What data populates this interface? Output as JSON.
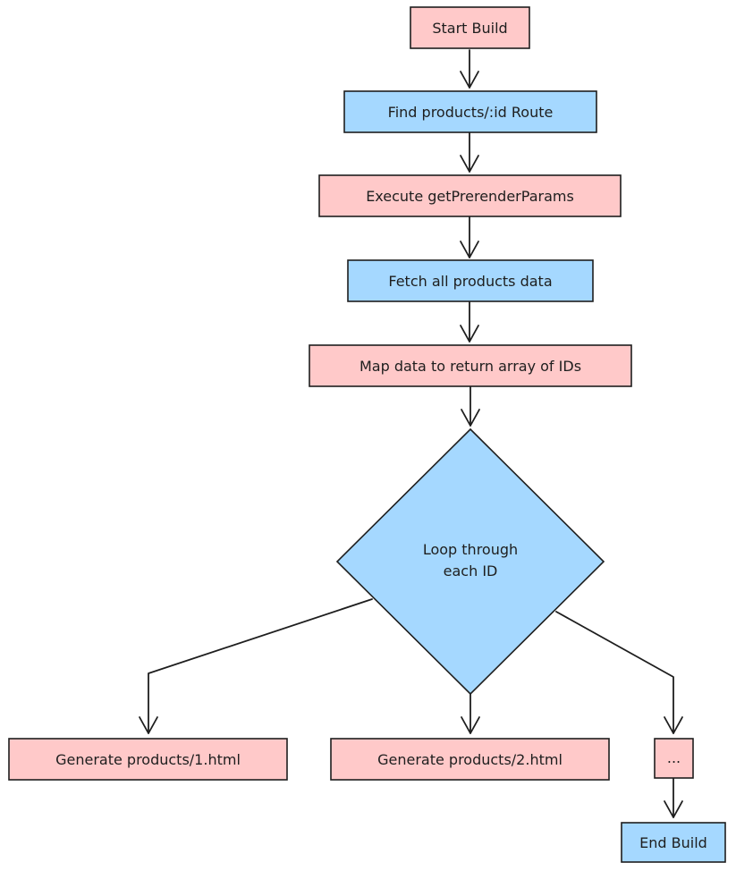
{
  "colors": {
    "pink": "#ffc9c9",
    "blue": "#a5d8ff",
    "stroke": "#1e1e1e"
  },
  "nodes": {
    "start_build": "Start Build",
    "find_route": "Find products/:id Route",
    "execute_params": "Execute getPrerenderParams",
    "fetch_data": "Fetch all products data",
    "map_data": "Map data to return array of IDs",
    "loop_line1": "Loop through",
    "loop_line2": "each ID",
    "generate_1": "Generate products/1.html",
    "generate_2": "Generate products/2.html",
    "ellipsis": "...",
    "end_build": "End Build"
  }
}
